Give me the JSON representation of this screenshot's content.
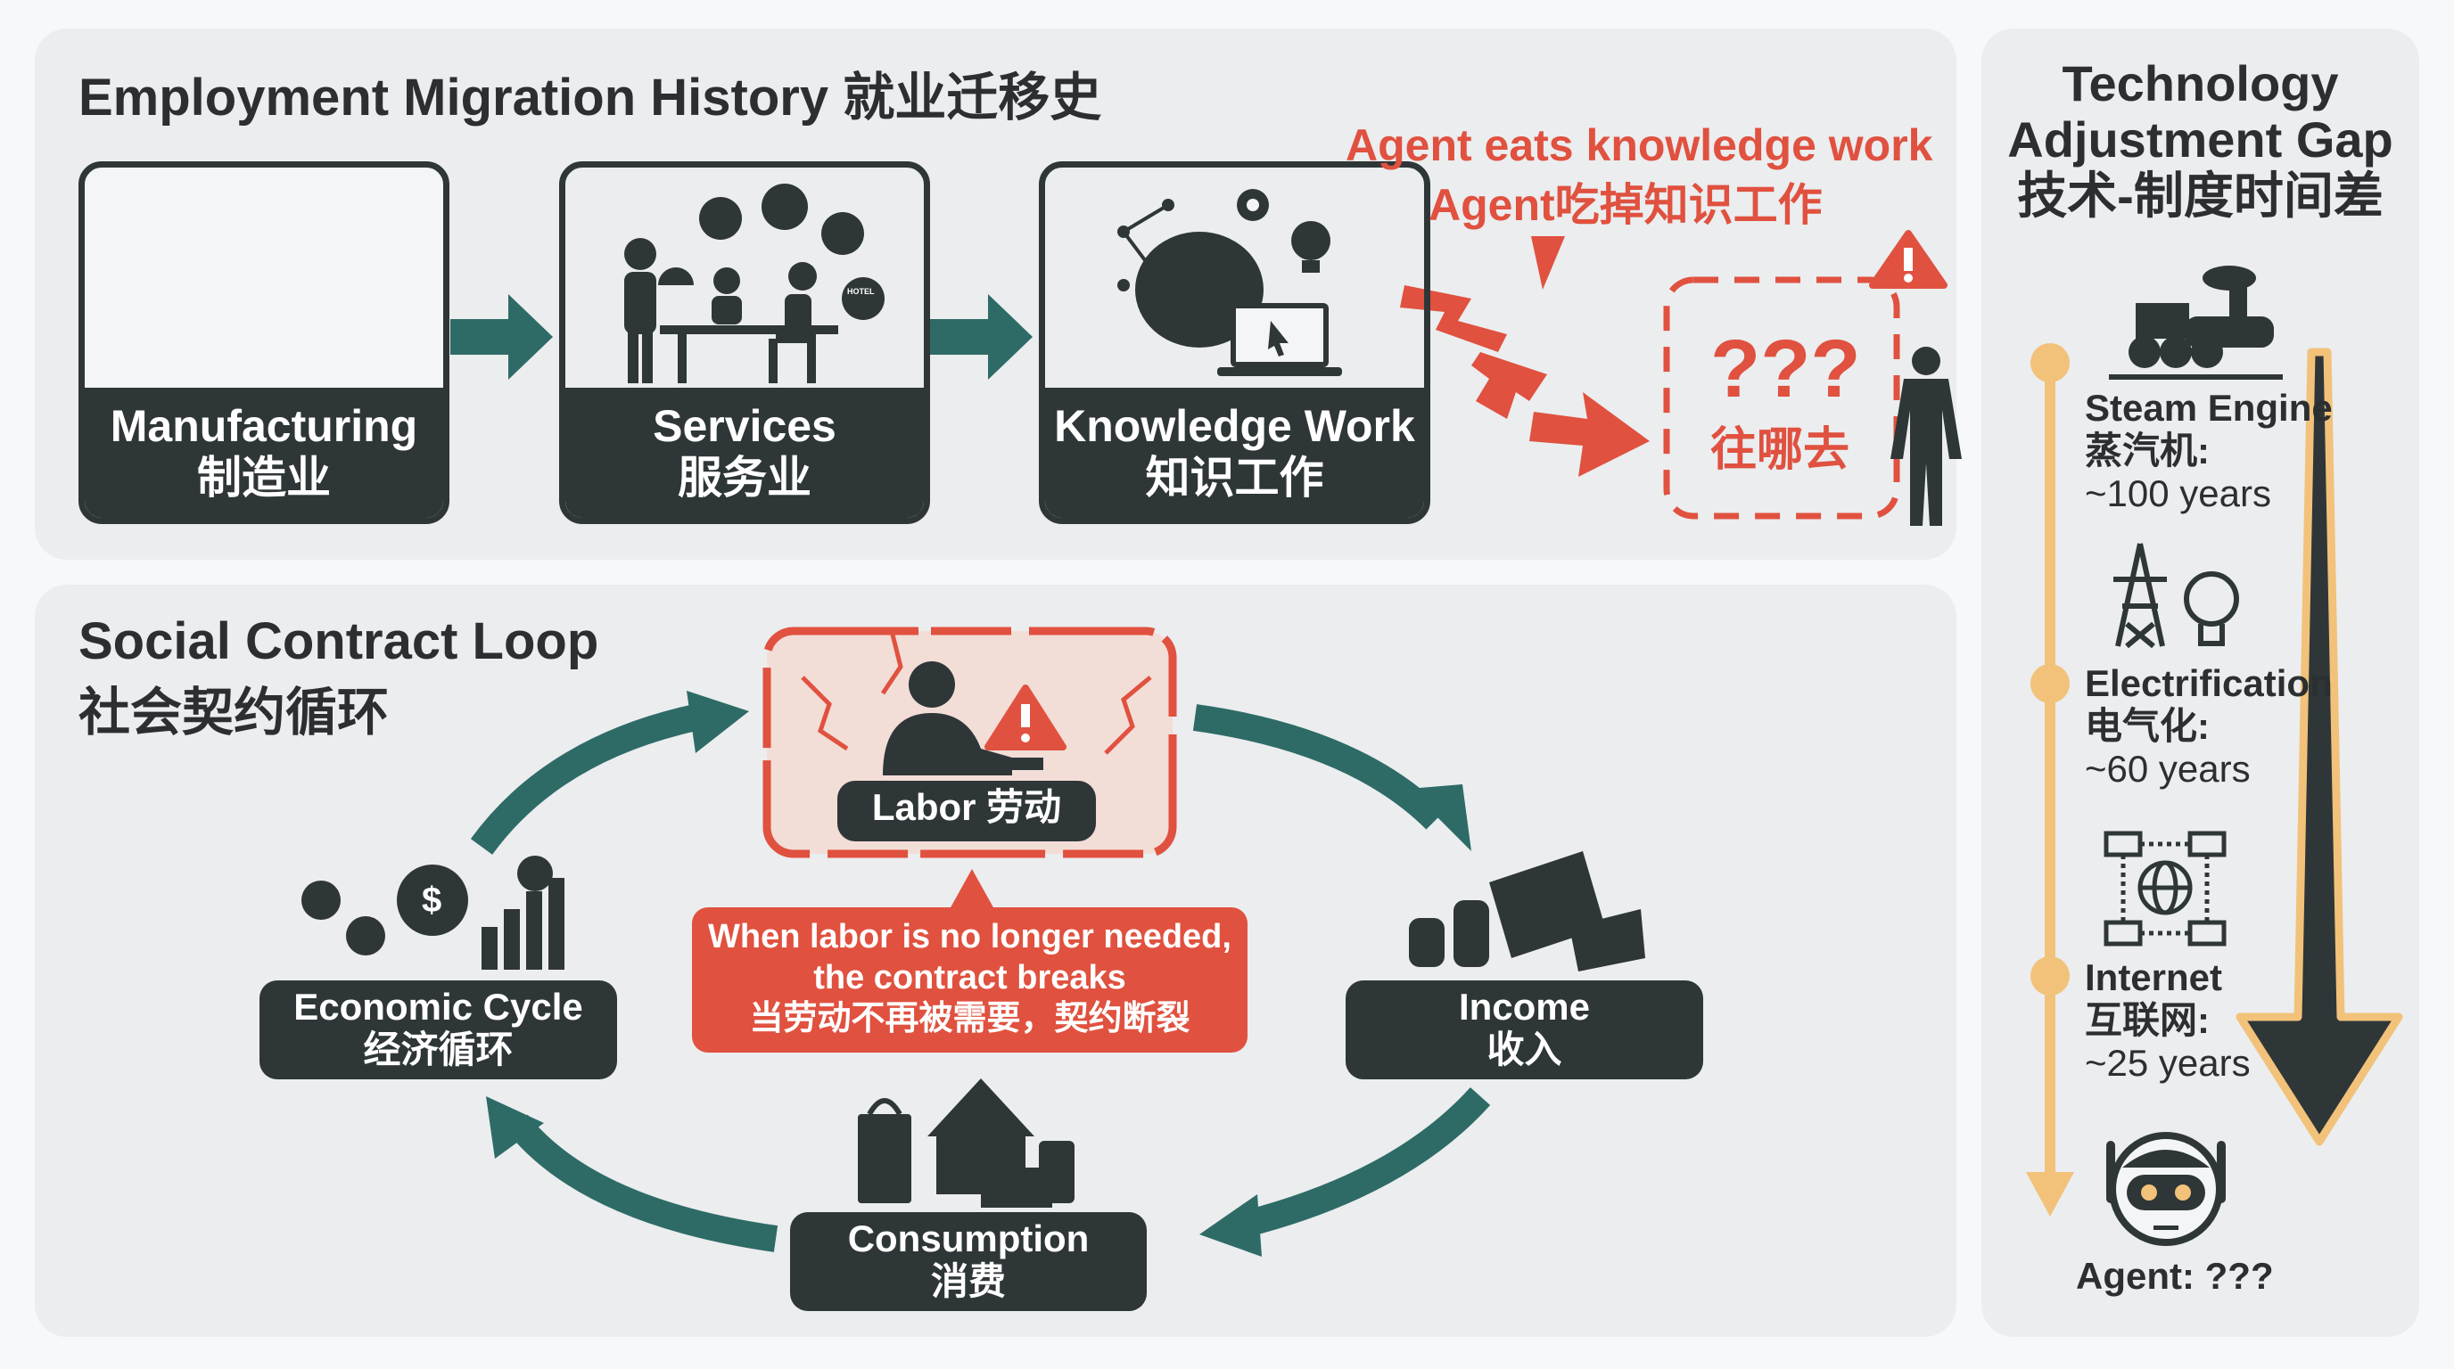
{
  "migration": {
    "title": "Employment Migration History 就业迁移史",
    "stages": [
      {
        "en": "Manufacturing",
        "zh": "制造业"
      },
      {
        "en": "Services",
        "zh": "服务业"
      },
      {
        "en": "Knowledge Work",
        "zh": "知识工作"
      }
    ],
    "agent_note_en": "Agent eats knowledge work",
    "agent_note_zh": "Agent吃掉知识工作",
    "unknown_mark": "???",
    "unknown_zh": "往哪去",
    "hotel_sign": "HOTEL"
  },
  "loop": {
    "title_en": "Social Contract Loop",
    "title_zh": "社会契约循环",
    "labor": "Labor 劳动",
    "warning_line1": "When labor is no longer needed,",
    "warning_line2": "the contract breaks",
    "warning_line3": "当劳动不再被需要，契约断裂",
    "economic_en": "Economic Cycle",
    "economic_zh": "经济循环",
    "income_en": "Income",
    "income_zh": "收入",
    "consumption_en": "Consumption",
    "consumption_zh": "消费",
    "currency_symbol": "$"
  },
  "gap": {
    "title1": "Technology",
    "title2": "Adjustment Gap",
    "title3": "技术-制度时间差",
    "items": [
      {
        "en": "Steam Engine",
        "zh": "蒸汽机:",
        "years": "~100 years"
      },
      {
        "en": "Electrification",
        "zh": "电气化:",
        "years": "~60 years"
      },
      {
        "en": "Internet",
        "zh": "互联网:",
        "years": "~25 years"
      }
    ],
    "agent": "Agent: ???"
  },
  "colors": {
    "dark": "#2f3638",
    "teal": "#2e6b66",
    "red": "#e0513f",
    "amber": "#f2c27a",
    "panel": "#ebedef"
  }
}
